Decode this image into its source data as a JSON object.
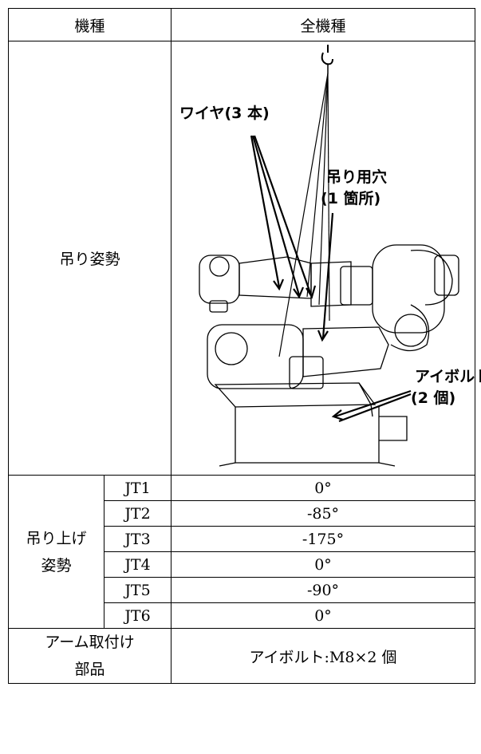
{
  "header": {
    "model_label": "機種",
    "all_models_label": "全機種"
  },
  "hanging_posture": {
    "label": "吊り姿勢",
    "figure": {
      "label_wires": "ワイヤ(3 本)",
      "label_hole_line1": "吊り用穴",
      "label_hole_line2": "(1 箇所)",
      "label_eyebolt_line1": "アイボルト",
      "label_eyebolt_line2": "(2 個)"
    }
  },
  "lifting_posture": {
    "label_line1": "吊り上げ",
    "label_line2": "姿勢",
    "joints": [
      {
        "joint": "JT1",
        "angle": "0°"
      },
      {
        "joint": "JT2",
        "angle": "-85°"
      },
      {
        "joint": "JT3",
        "angle": "-175°"
      },
      {
        "joint": "JT4",
        "angle": "0°"
      },
      {
        "joint": "JT5",
        "angle": "-90°"
      },
      {
        "joint": "JT6",
        "angle": "0°"
      }
    ]
  },
  "arm_parts": {
    "label_line1": "アーム取付け",
    "label_line2": "部品",
    "value": "アイボルト:M8×2 個"
  }
}
